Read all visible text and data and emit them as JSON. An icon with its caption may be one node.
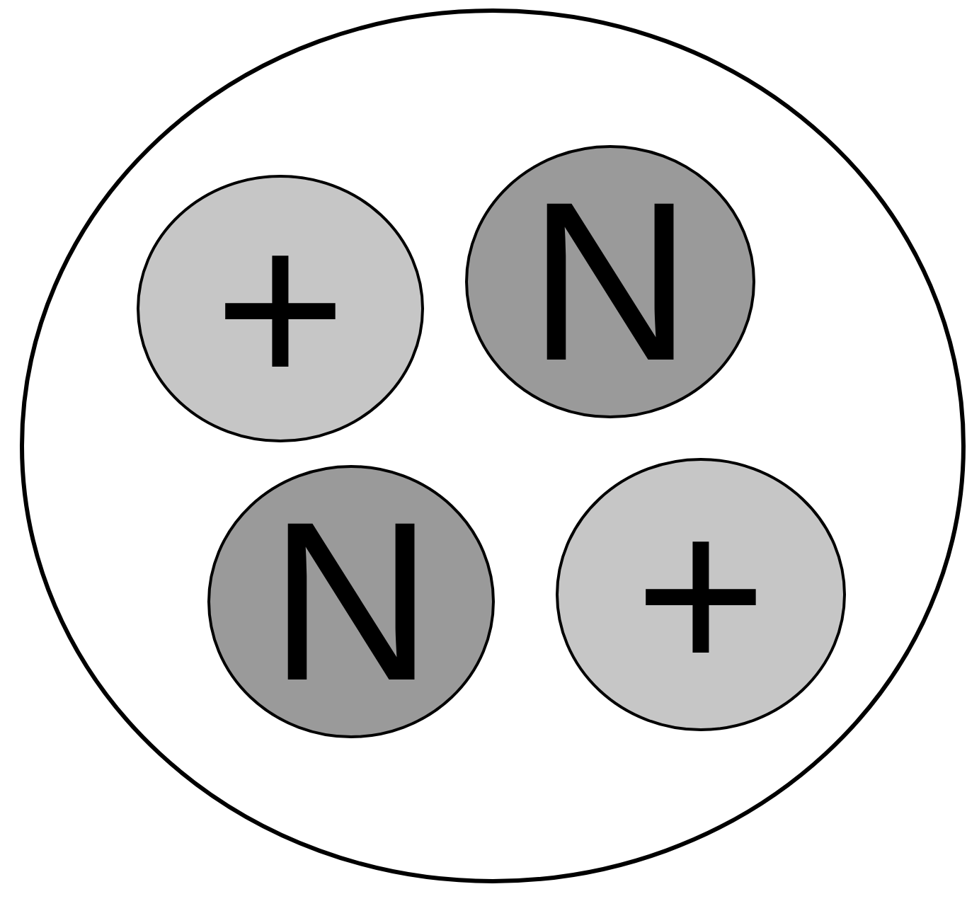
{
  "diagram": {
    "nodes": [
      {
        "text": [],
        "shape": "circle"
      },
      {
        "text": [
          "+"
        ],
        "in": 0
      },
      {
        "text": [
          "N"
        ],
        "in": 0
      },
      {
        "text": [
          "N"
        ],
        "in": 0
      },
      {
        "text": [
          "+"
        ],
        "in": 0
      }
    ]
  }
}
